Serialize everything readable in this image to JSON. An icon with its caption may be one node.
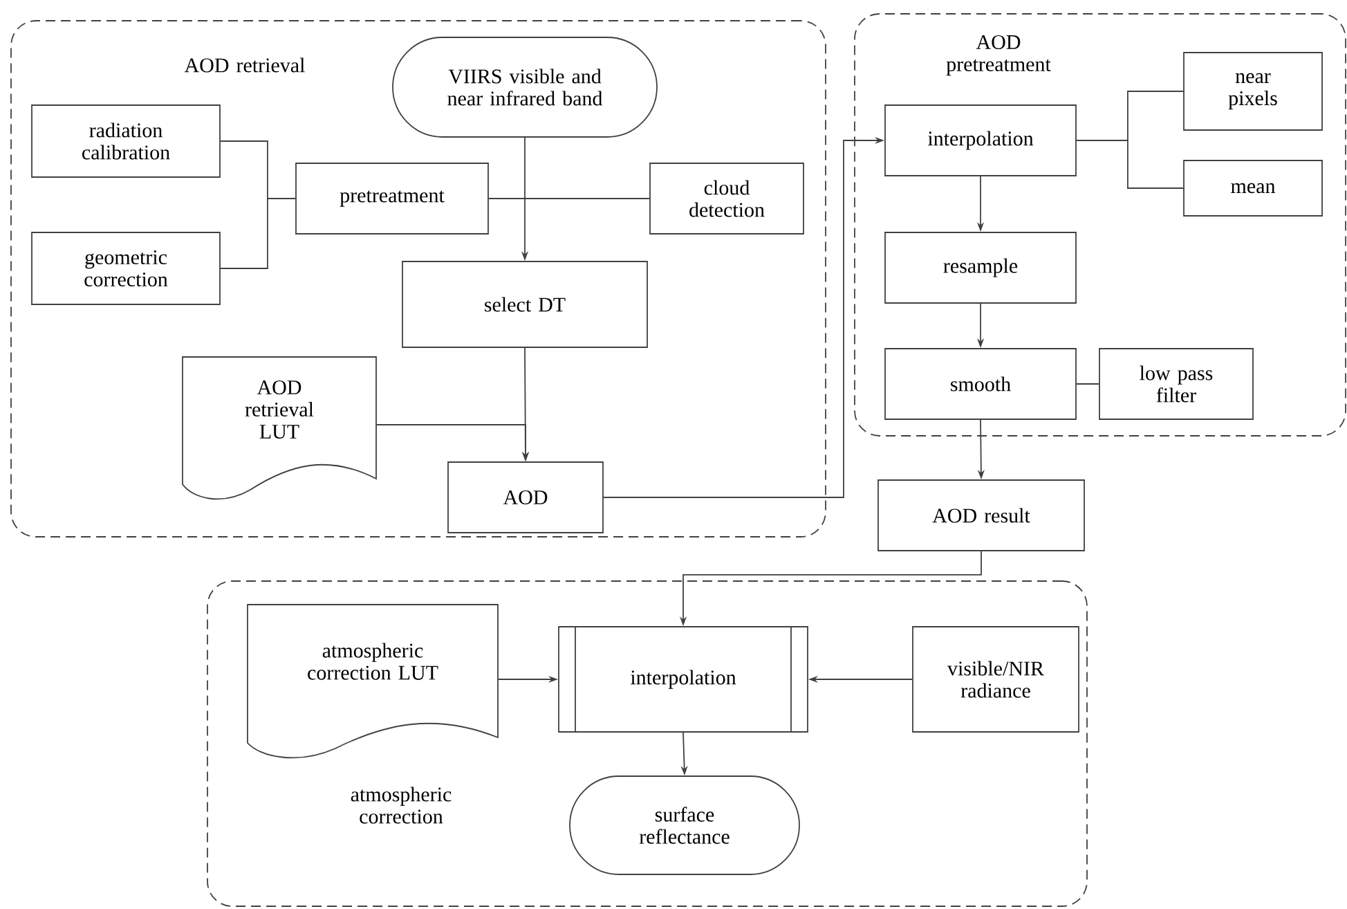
{
  "diagram": {
    "nodes": [
      {
        "text": [
          "AOD retrieval"
        ]
      },
      {
        "text": [
          "VIIRS visible and near infrared band"
        ],
        "in": 0
      },
      {
        "text": [
          "radiation calibration"
        ],
        "in": 0
      },
      {
        "text": [
          "geometric correction"
        ],
        "in": 0
      },
      {
        "text": [
          "pretreatment"
        ],
        "in": 0
      },
      {
        "text": [
          "cloud detection"
        ],
        "in": 0
      },
      {
        "text": [
          "select DT"
        ],
        "in": 0
      },
      {
        "text": [
          "AOD retrieval LUT"
        ],
        "in": 0
      },
      {
        "text": [
          "AOD"
        ],
        "in": 0
      },
      {
        "text": [
          "AOD pretreatment"
        ]
      },
      {
        "text": [
          "interpolation"
        ],
        "in": 9
      },
      {
        "text": [
          "near pixels"
        ],
        "in": 9
      },
      {
        "text": [
          "mean"
        ],
        "in": 9
      },
      {
        "text": [
          "resample"
        ],
        "in": 9
      },
      {
        "text": [
          "smooth"
        ],
        "in": 9
      },
      {
        "text": [
          "low pass filter"
        ],
        "in": 9
      },
      {
        "text": [
          "AOD result"
        ]
      },
      {
        "text": [
          "atmospheric correction"
        ]
      },
      {
        "text": [
          "atmospheric correction LUT"
        ],
        "in": 17
      },
      {
        "text": [
          "interpolation"
        ],
        "in": 17
      },
      {
        "text": [
          "visible/NIR radiance"
        ],
        "in": 17
      },
      {
        "text": [
          "surface reflectance"
        ],
        "in": 17
      }
    ],
    "edges": [
      {
        "from": 2,
        "to": 4,
        "arrow": "none"
      },
      {
        "from": 3,
        "to": 4,
        "arrow": "none"
      },
      {
        "from": 4,
        "to": 5,
        "arrow": "none"
      },
      {
        "from": 1,
        "to": 6,
        "arrow": "to"
      },
      {
        "from": 6,
        "to": 8,
        "arrow": "to"
      },
      {
        "from": 7,
        "to": 8,
        "arrow": "to"
      },
      {
        "from": 8,
        "to": 10,
        "arrow": "to"
      },
      {
        "from": 10,
        "to": 11,
        "arrow": "none"
      },
      {
        "from": 10,
        "to": 12,
        "arrow": "none"
      },
      {
        "from": 10,
        "to": 13,
        "arrow": "to"
      },
      {
        "from": 13,
        "to": 14,
        "arrow": "to"
      },
      {
        "from": 14,
        "to": 15,
        "arrow": "none"
      },
      {
        "from": 14,
        "to": 16,
        "arrow": "to"
      },
      {
        "from": 16,
        "to": 19,
        "arrow": "to"
      },
      {
        "from": 18,
        "to": 19,
        "arrow": "to"
      },
      {
        "from": 20,
        "to": 19,
        "arrow": "to"
      },
      {
        "from": 19,
        "to": 21,
        "arrow": "to"
      }
    ]
  }
}
